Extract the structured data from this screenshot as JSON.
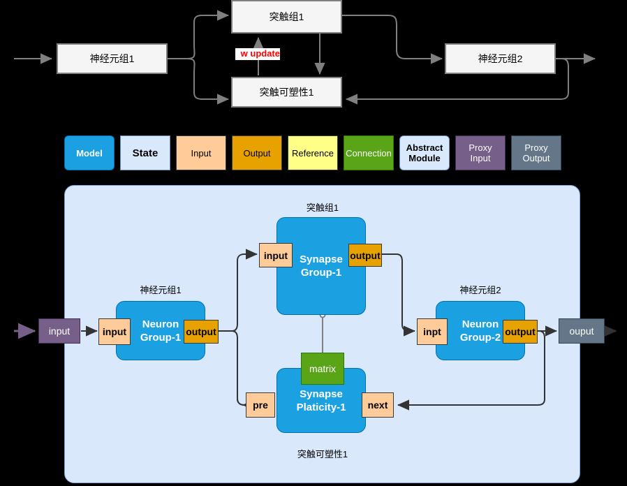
{
  "top_flow": {
    "nodes": [
      {
        "id": "neuron_group_1",
        "label": "神经元组1"
      },
      {
        "id": "synapse_group_1",
        "label": "突触组1"
      },
      {
        "id": "synapse_plasticity_1",
        "label": "突触可塑性1"
      },
      {
        "id": "neuron_group_2",
        "label": "神经元组2"
      }
    ],
    "edge_label": "w update"
  },
  "legend": {
    "items": [
      {
        "key": "model",
        "label": "Model",
        "color": "#1ba1e2"
      },
      {
        "key": "state",
        "label": "State",
        "color": "#dae8fc"
      },
      {
        "key": "input",
        "label": "Input",
        "color": "#ffcc99"
      },
      {
        "key": "output",
        "label": "Output",
        "color": "#e8a200"
      },
      {
        "key": "reference",
        "label": "Reference",
        "color": "#ffff88"
      },
      {
        "key": "connection",
        "label": "Connection",
        "color": "#5aa417"
      },
      {
        "key": "abstract",
        "label": "Abstract\nModule",
        "color": "#dae8fc"
      },
      {
        "key": "proxy_in",
        "label": "Proxy\nInput",
        "color": "#76608a"
      },
      {
        "key": "proxy_out",
        "label": "Proxy\nOutput",
        "color": "#647687"
      }
    ]
  },
  "detail": {
    "proxy_input": "input",
    "proxy_output": "ouput",
    "neuron_group_1": {
      "caption": "神经元组1",
      "title_line1": "Neuron",
      "title_line2": "Group-1",
      "port_in": "input",
      "port_out": "output"
    },
    "neuron_group_2": {
      "caption": "神经元组2",
      "title_line1": "Neuron",
      "title_line2": "Group-2",
      "port_in": "inpt",
      "port_out": "output"
    },
    "synapse_group_1": {
      "caption": "突触组1",
      "title_line1": "Synapse",
      "title_line2": "Group-1",
      "port_in": "input",
      "port_out": "output"
    },
    "synapse_plasticity_1": {
      "caption": "突触可塑性1",
      "title_line1": "Synapse",
      "title_line2": "Platicity-1",
      "port_pre": "pre",
      "port_next": "next",
      "port_matrix": "matrix"
    }
  },
  "colors": {
    "background": "#000000",
    "panel_fill": "#dae8fc",
    "panel_border": "#7ea6e0",
    "module_fill": "#1ba1e2",
    "module_border": "#006eaf",
    "input_fill": "#ffcc99",
    "output_fill": "#e8a200",
    "reference_fill": "#5aa417",
    "proxy_in_fill": "#76608a",
    "proxy_out_fill": "#647687",
    "flowbox_fill": "#f5f5f5",
    "flowbox_border": "#808080",
    "edge_label_color": "#ff0000",
    "wire_dark": "#333333",
    "wire_gray": "#808080",
    "wire_purple": "#76608a"
  }
}
